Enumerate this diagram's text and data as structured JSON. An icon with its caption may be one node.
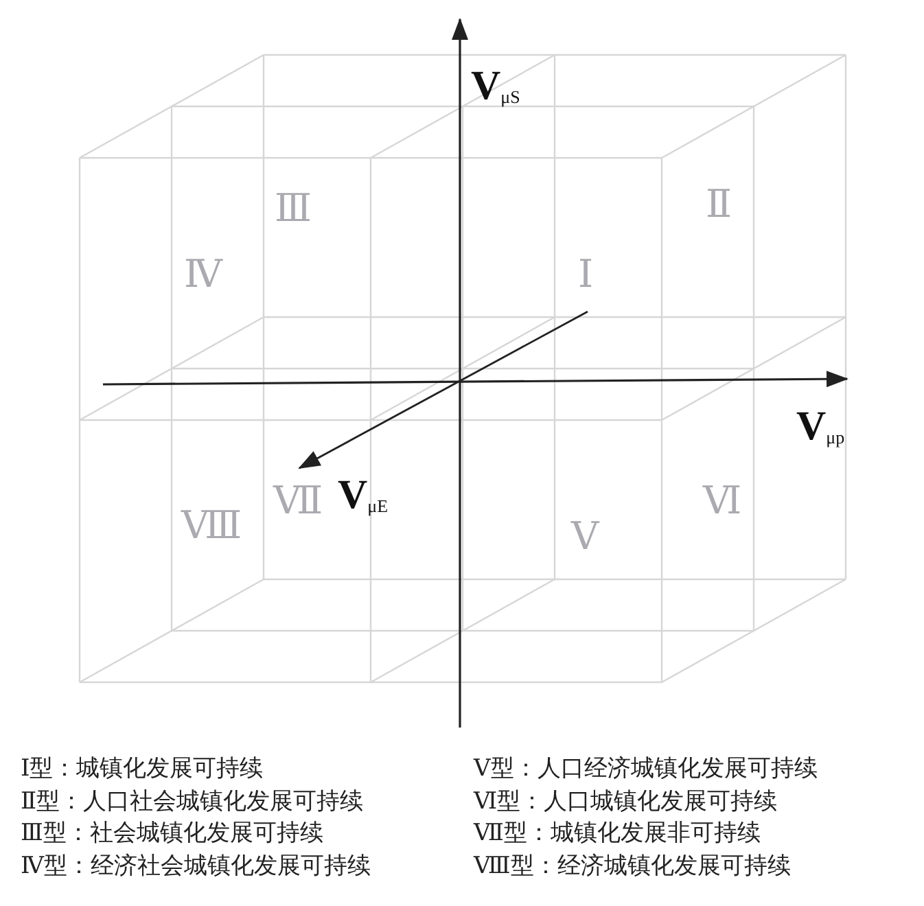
{
  "diagram": {
    "labels": [
      "V$_{μS}$",
      "V$_{μp}$",
      "V$_{μE}$",
      "Ⅲ",
      "Ⅱ",
      "Ⅳ",
      "Ⅰ",
      "Ⅶ",
      "Ⅷ",
      "Ⅴ",
      "Ⅵ",
      "Ⅰ型：城镇化发展可持续",
      "Ⅴ型：人口经济城镇化发展可持续",
      "Ⅱ型：人口社会城镇化发展可持续",
      "Ⅵ型：人口城镇化发展可持续",
      "Ⅲ型：社会城镇化发展可持续",
      "Ⅶ型：城镇化发展非可持续",
      "Ⅳ型：经济社会城镇化发展可持续",
      "Ⅷ型：经济城镇化发展可持续"
    ]
  }
}
